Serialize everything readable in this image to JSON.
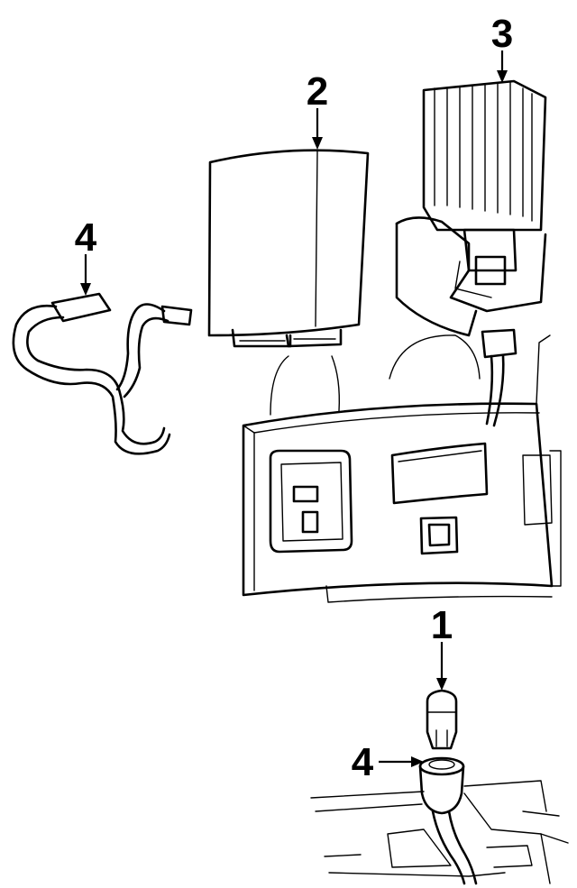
{
  "callouts": [
    {
      "id": "callout-1",
      "label": "1"
    },
    {
      "id": "callout-2",
      "label": "2"
    },
    {
      "id": "callout-3",
      "label": "3"
    },
    {
      "id": "callout-4-harness",
      "label": "4"
    },
    {
      "id": "callout-4-socket",
      "label": "4"
    }
  ]
}
